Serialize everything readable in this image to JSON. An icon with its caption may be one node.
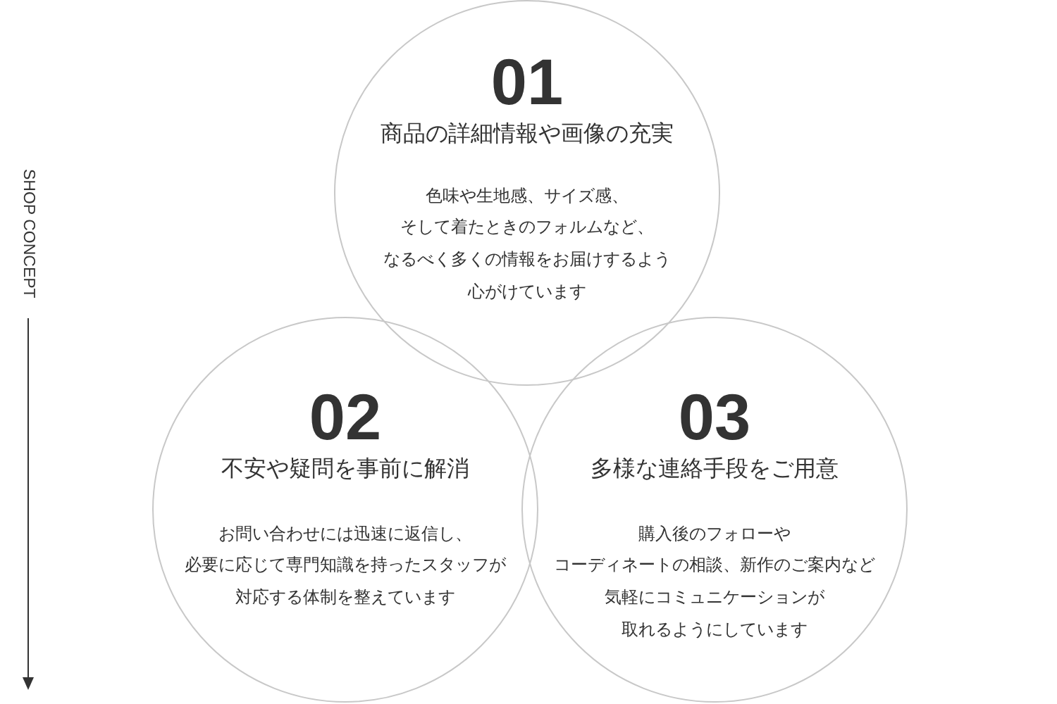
{
  "diagram": {
    "nodes": [
      {
        "text": [
          "01",
          "商品の詳細情報や画像の充実",
          "色味や生地感、サイズ感、そして着たときのフォルムなど、なるべく多くの情報をお届けするよう心がけています"
        ]
      },
      {
        "text": [
          "02",
          "不安や疑問を事前に解消",
          "お問い合わせには迅速に返信し、必要に応じて専門知識を持ったスタッフが対応する体制を整えています"
        ]
      },
      {
        "text": [
          "03",
          "多様な連絡手段をご用意",
          "購入後のフォローやコーディネートの相談、新作のご案内など気軽にコミュニケーションが取れるようにしています"
        ]
      }
    ],
    "labels": [
      "SHOP CONCEPT"
    ]
  }
}
